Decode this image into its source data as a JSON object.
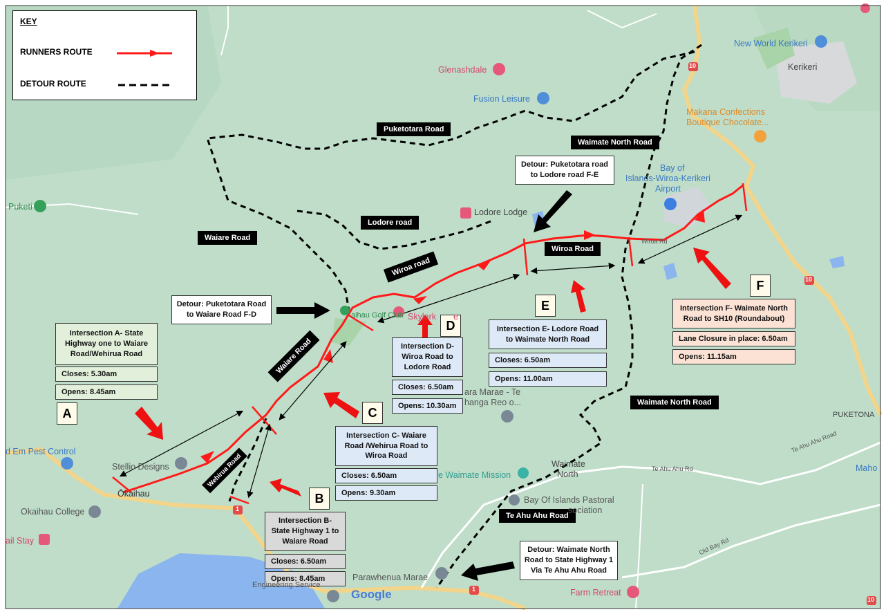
{
  "key": {
    "title": "KEY",
    "runners_label": "RUNNERS ROUTE",
    "detour_label": "DETOUR ROUTE",
    "colors": {
      "runners": "#ff0000",
      "detour": "#000000"
    }
  },
  "road_labels": {
    "puketotara": "Puketotara Road",
    "waimate_north_top": "Waimate North Road",
    "waiare_top": "Waiare Road",
    "lodore": "Lodore road",
    "wiroa_road_rot": "Wiroa road",
    "wiroa_road": "Wiroa Road",
    "waiare_rot": "Waiare Road",
    "wehirua": "Wehirua Road",
    "waimate_north_bottom": "Waimate North Road",
    "te_ahu_ahu": "Te Ahu Ahu Road"
  },
  "intersections": {
    "a": {
      "letter": "A",
      "title": "Intersection A- State\nHighway one to Waiare\nRoad/Wehirua Road",
      "closes": "Closes: 5.30am",
      "opens": "Opens: 8.45am"
    },
    "b": {
      "letter": "B",
      "title": "Intersection B-\nState Highway 1 to\nWaiare Road",
      "closes": "Closes: 6.50am",
      "opens": "Opens: 8.45am"
    },
    "c": {
      "letter": "C",
      "title": "Intersection C- Waiare\nRoad /Wehirua Road to\nWiroa Road",
      "closes": "Closes: 6.50am",
      "opens": "Opens: 9.30am"
    },
    "d": {
      "letter": "D",
      "title": "Intersection D-\nWiroa Road  to\nLodore Road",
      "closes": "Closes: 6.50am",
      "opens": "Opens: 10.30am"
    },
    "e": {
      "letter": "E",
      "title": "Intersection E- Lodore Road\nto Waimate North Road",
      "closes": "Closes: 6.50am",
      "opens": "Opens: 11.00am"
    },
    "f": {
      "letter": "F",
      "title": "Intersection F- Waimate North\nRoad to SH10 (Roundabout)",
      "closes": "Lane Closure in place: 6.50am",
      "opens": "Opens: 11.15am"
    }
  },
  "detours": {
    "fd": "Detour: Puketotara Road\nto Waiare Road F-D",
    "fe": "Detour: Puketotara road\nto Lodore road   F-E",
    "wn": "Detour: Waimate North\nRoad to State Highway 1\nVia Te Ahu Ahu Road"
  },
  "places": {
    "glenashdale": "Glenashdale",
    "fusion_leisure": "Fusion Leisure",
    "new_world": "New World Kerikeri",
    "kerikeri": "Kerikeri",
    "makana": "Makana Confections",
    "makana2": "Boutique Chocolate...",
    "bay_airport_1": "Bay of",
    "bay_airport_2": "Islands-Wiroa-Kerikeri",
    "bay_airport_3": "Airport",
    "lodore_lodge": "Lodore Lodge",
    "puketi": "Puketi",
    "golf_club": "aihau Golf Club",
    "skylark": "Skylark",
    "skylark2": "e",
    "marae": "ara Marae - Te",
    "marae2": "hanga Reo o...",
    "pest_control": "d Em Pest Control",
    "stellio": "Stellio Designs",
    "okaihau": "Ōkaihau",
    "okaihau_college": "Okaihau College",
    "rail_stay": "ail Stay",
    "waimate_mission": "e Waimate Mission",
    "waimate_north": "Waimate",
    "waimate_north2": "North",
    "boi_pastoral": "Bay Of Islands Pastoral",
    "boi_pastoral2": "sociation",
    "parawhenua": "Parawhenua Marae",
    "engineering": "Engineering Service",
    "google": "Google",
    "farm_retreat": "Farm Retreat",
    "puketona": "PUKETONA",
    "mahoe": "Maho",
    "wiroa_rd": "Wiroa Rd",
    "te_ahu_ahu_rd": "Te Ahu Ahu Rd",
    "te_ahu_ahu_rd2": "Te Ahu Ahu Road",
    "old_bay_rd": "Old Bay Rd",
    "sh_1": "1",
    "sh_10": "10"
  }
}
